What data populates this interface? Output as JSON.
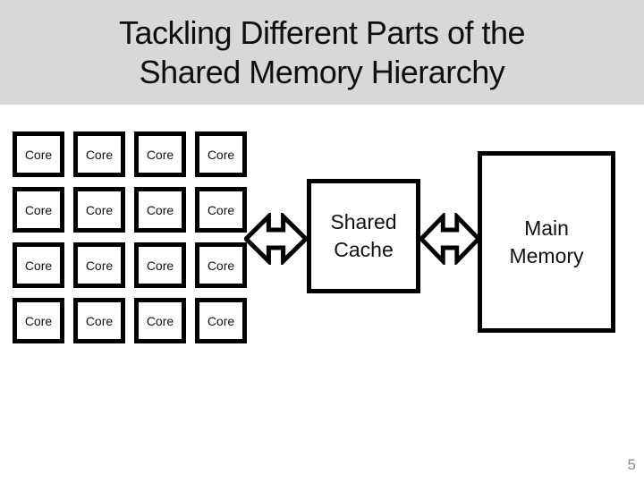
{
  "slide": {
    "title_lines": [
      "Tackling Different Parts of the",
      "Shared Memory Hierarchy"
    ],
    "page_number": "5"
  },
  "diagram": {
    "cores": [
      "Core",
      "Core",
      "Core",
      "Core",
      "Core",
      "Core",
      "Core",
      "Core",
      "Core",
      "Core",
      "Core",
      "Core",
      "Core",
      "Core",
      "Core",
      "Core"
    ],
    "shared_cache_lines": [
      "Shared",
      "Cache"
    ],
    "main_memory_lines": [
      "Main",
      "Memory"
    ],
    "arrows": [
      {
        "icon": "double-arrow-icon",
        "connects": "cores-to-shared-cache"
      },
      {
        "icon": "double-arrow-icon",
        "connects": "shared-cache-to-main-memory"
      }
    ]
  },
  "colors": {
    "background": "#ffffff",
    "header_band": "#d8d8d8",
    "title_text": "#0f0f0f",
    "box_border": "#000000",
    "box_fill": "#ffffff",
    "label_text": "#111111",
    "page_number": "#8a8a8a"
  }
}
